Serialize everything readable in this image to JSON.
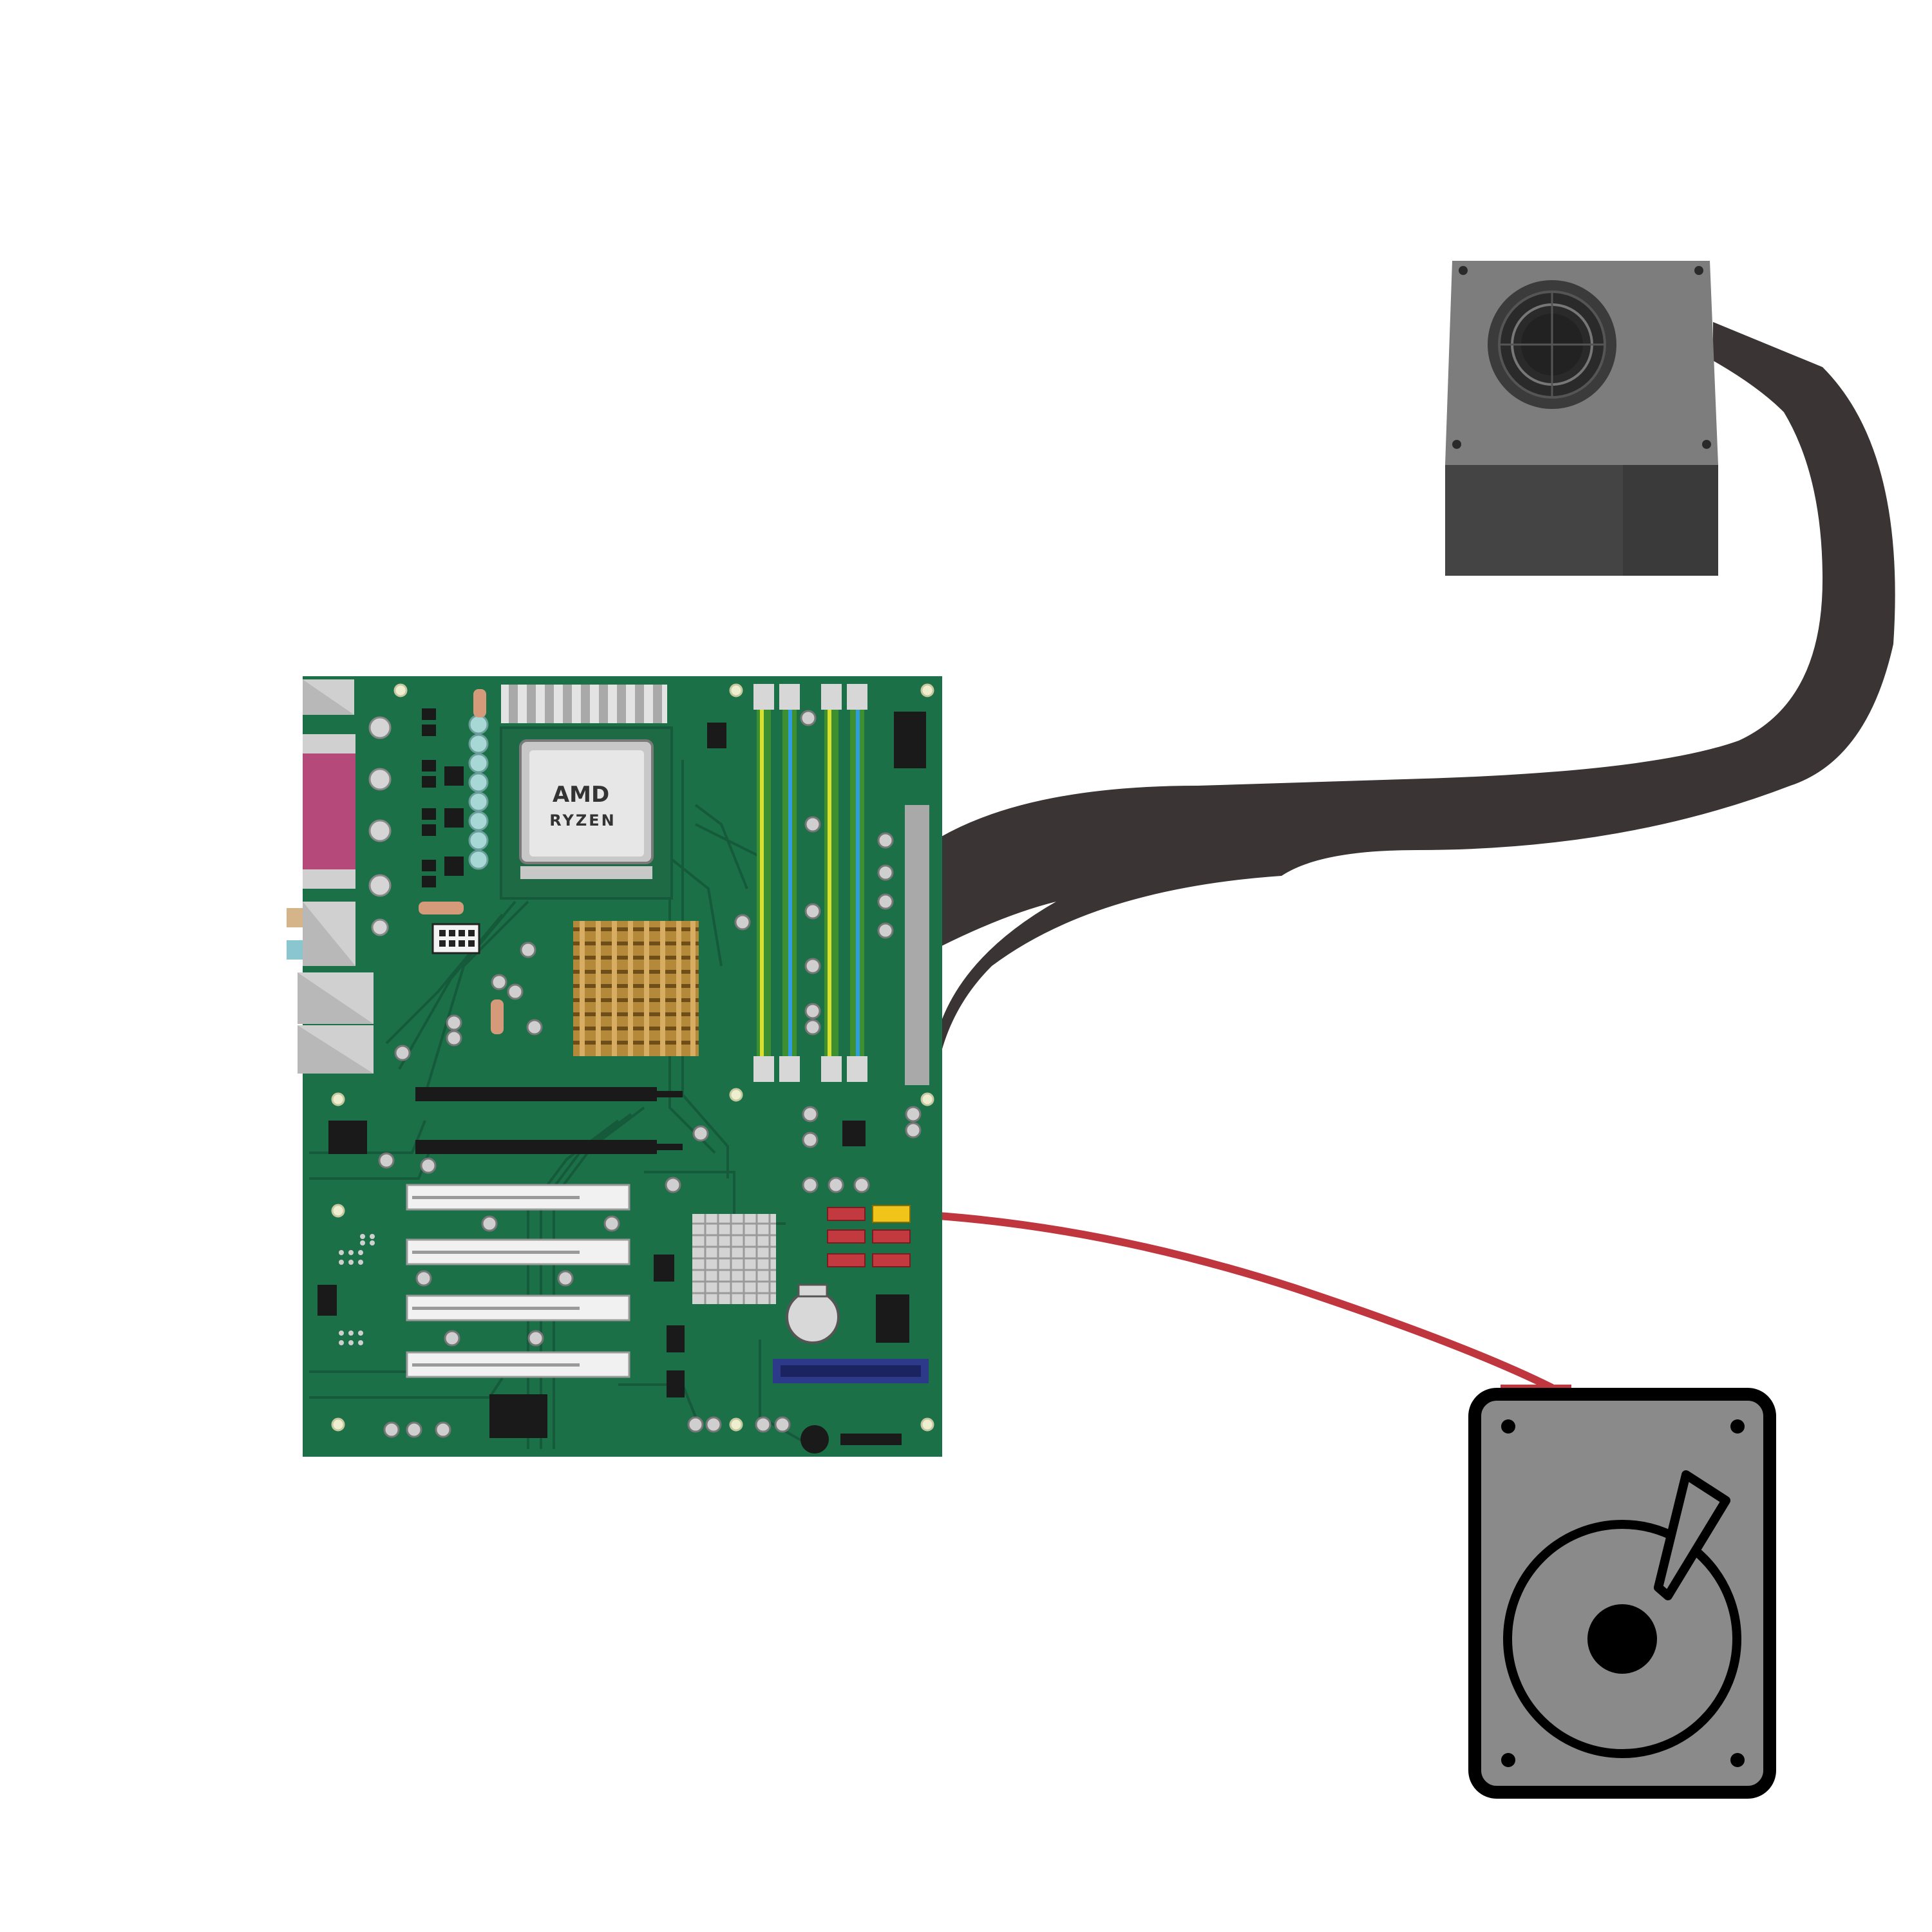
{
  "scene": {
    "description_components": [
      "motherboard",
      "power-supply",
      "hard-drive",
      "power-cable",
      "sata-cable"
    ]
  },
  "cpu": {
    "brand": "AMD",
    "model": "RYZEN"
  },
  "colors": {
    "pcb": "#1b7048",
    "pcb_dark": "#155a3a",
    "cable_power": "#3a3434",
    "cable_sata": "#c0363e",
    "psu_top": "#7d7d7d",
    "psu_side": "#4a4a4a",
    "hdd_body": "#8a8a8a",
    "ram_stick": "#3e8f2f",
    "io_port_magenta": "#b4497a",
    "heatsink_gold": "#b5893a",
    "sata_port_red": "#c23a40",
    "sata_port_yellow": "#f0c419"
  },
  "icons": {
    "psu_fan": "fan-icon",
    "hdd_platter": "disk-platter-icon",
    "cpu_logo": "amd-logo-icon"
  }
}
